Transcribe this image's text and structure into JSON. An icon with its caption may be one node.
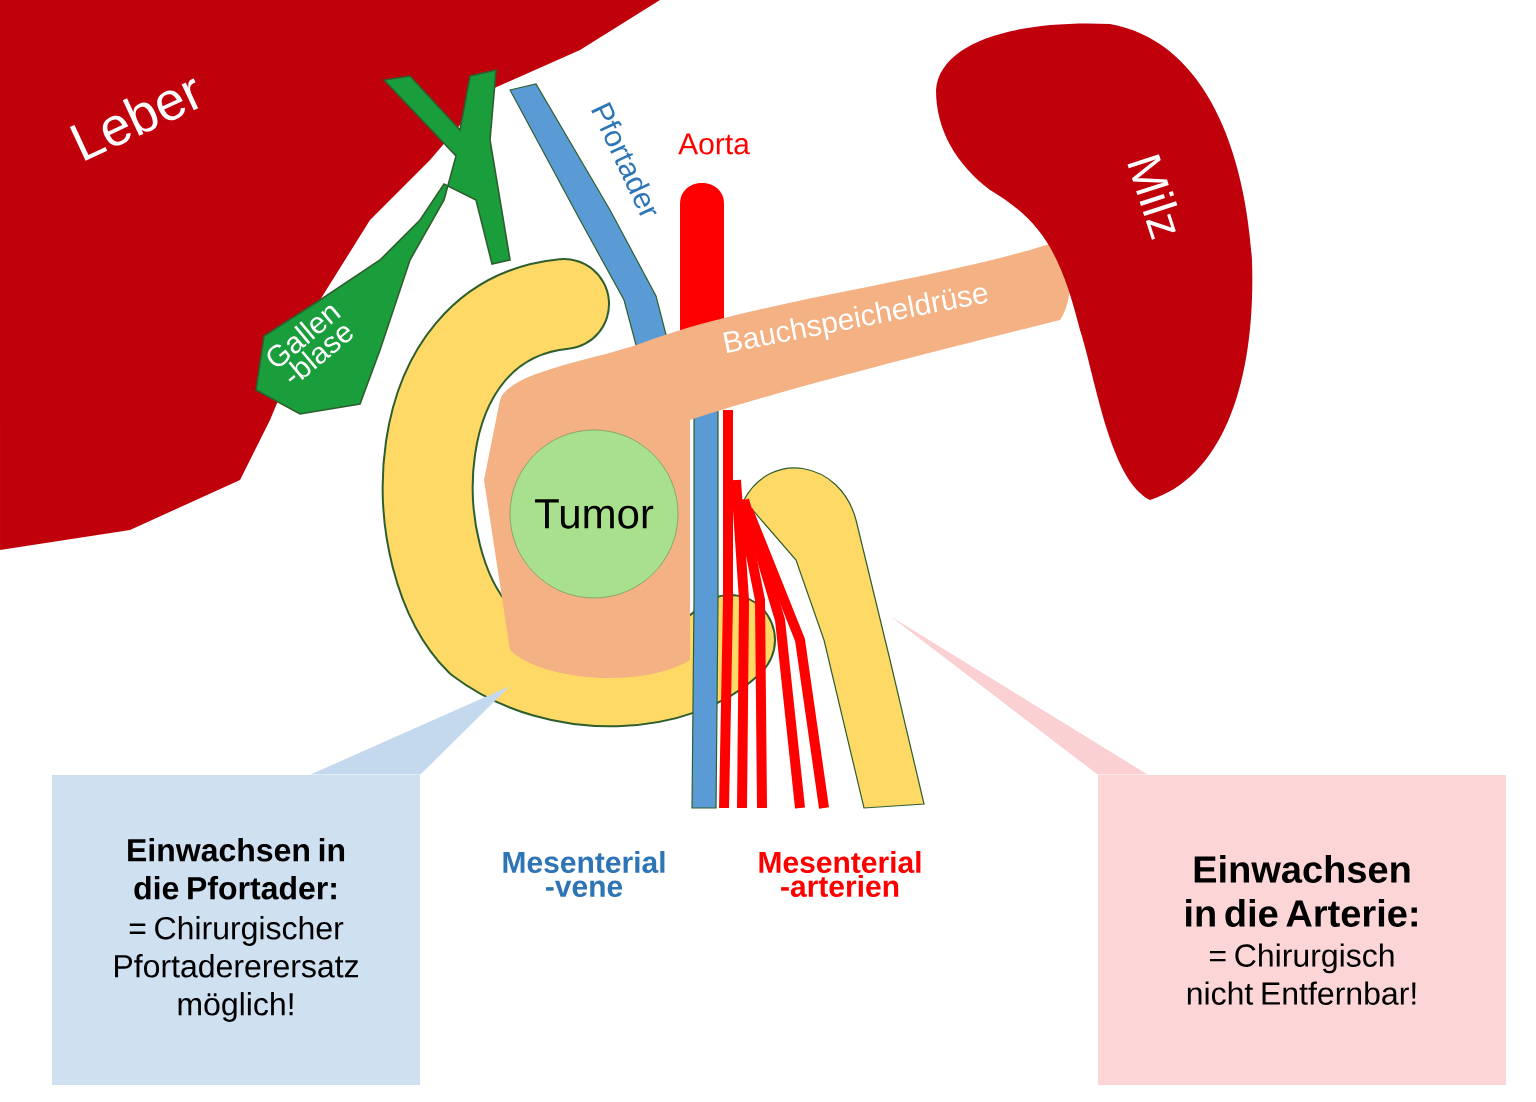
{
  "diagram": {
    "nodes": [
      {
        "text": [
          "Leber"
        ]
      },
      {
        "text": [
          "Gallen -blase"
        ]
      },
      {
        "text": [
          "Bauchspeicheldrüse"
        ]
      },
      {
        "text": [
          "Tumor"
        ],
        "in": 2
      },
      {
        "text": [
          "Milz"
        ]
      },
      {
        "text": [
          "Einwachsen in die Pfortader:",
          "= Chirurgischer Pfortadererersatz möglich!"
        ]
      },
      {
        "text": [
          "Einwachsen in die Arterie:",
          "= Chirurgisch nicht Entfernbar!"
        ]
      }
    ],
    "labels": [
      "Pfortader",
      "Aorta",
      "Mesenterial -vene",
      "Mesenterial -arterien"
    ]
  }
}
